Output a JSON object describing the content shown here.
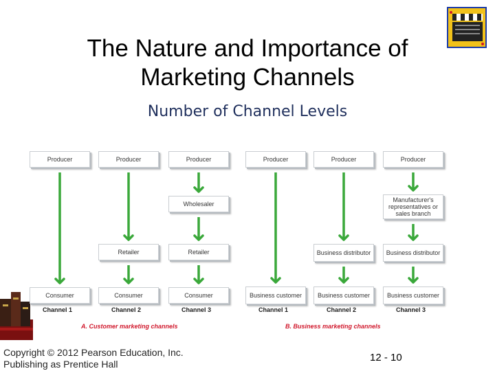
{
  "slide": {
    "title_line1": "The Nature and Importance of",
    "title_line2": "Marketing Channels",
    "subtitle": "Number of Channel Levels",
    "copyright_line1": "Copyright © 2012 Pearson Education, Inc.",
    "copyright_line2": "Publishing as Prentice Hall",
    "page_number": "12 - 10"
  },
  "icons": [
    "clapperboard-icon",
    "books-icon"
  ],
  "colors": {
    "arrow": "#3aa83a",
    "section_label": "#d0172b",
    "subtitle": "#1f2f5c"
  },
  "sections": {
    "consumer": "A. Customer marketing channels",
    "business": "B. Business marketing channels"
  },
  "channels": [
    {
      "label": "Channel 1",
      "boxes": [
        "Producer",
        "",
        "",
        "Consumer"
      ]
    },
    {
      "label": "Channel 2",
      "boxes": [
        "Producer",
        "",
        "Retailer",
        "Consumer"
      ]
    },
    {
      "label": "Channel 3",
      "boxes": [
        "Producer",
        "Wholesaler",
        "Retailer",
        "Consumer"
      ]
    },
    {
      "label": "Channel 1",
      "boxes": [
        "Producer",
        "",
        "",
        "Business customer"
      ]
    },
    {
      "label": "Channel 2",
      "boxes": [
        "Producer",
        "",
        "Business distributor",
        "Business customer"
      ]
    },
    {
      "label": "Channel 3",
      "boxes": [
        "Producer",
        "Manufacturer's representatives or sales branch",
        "Business distributor",
        "Business customer"
      ]
    }
  ]
}
